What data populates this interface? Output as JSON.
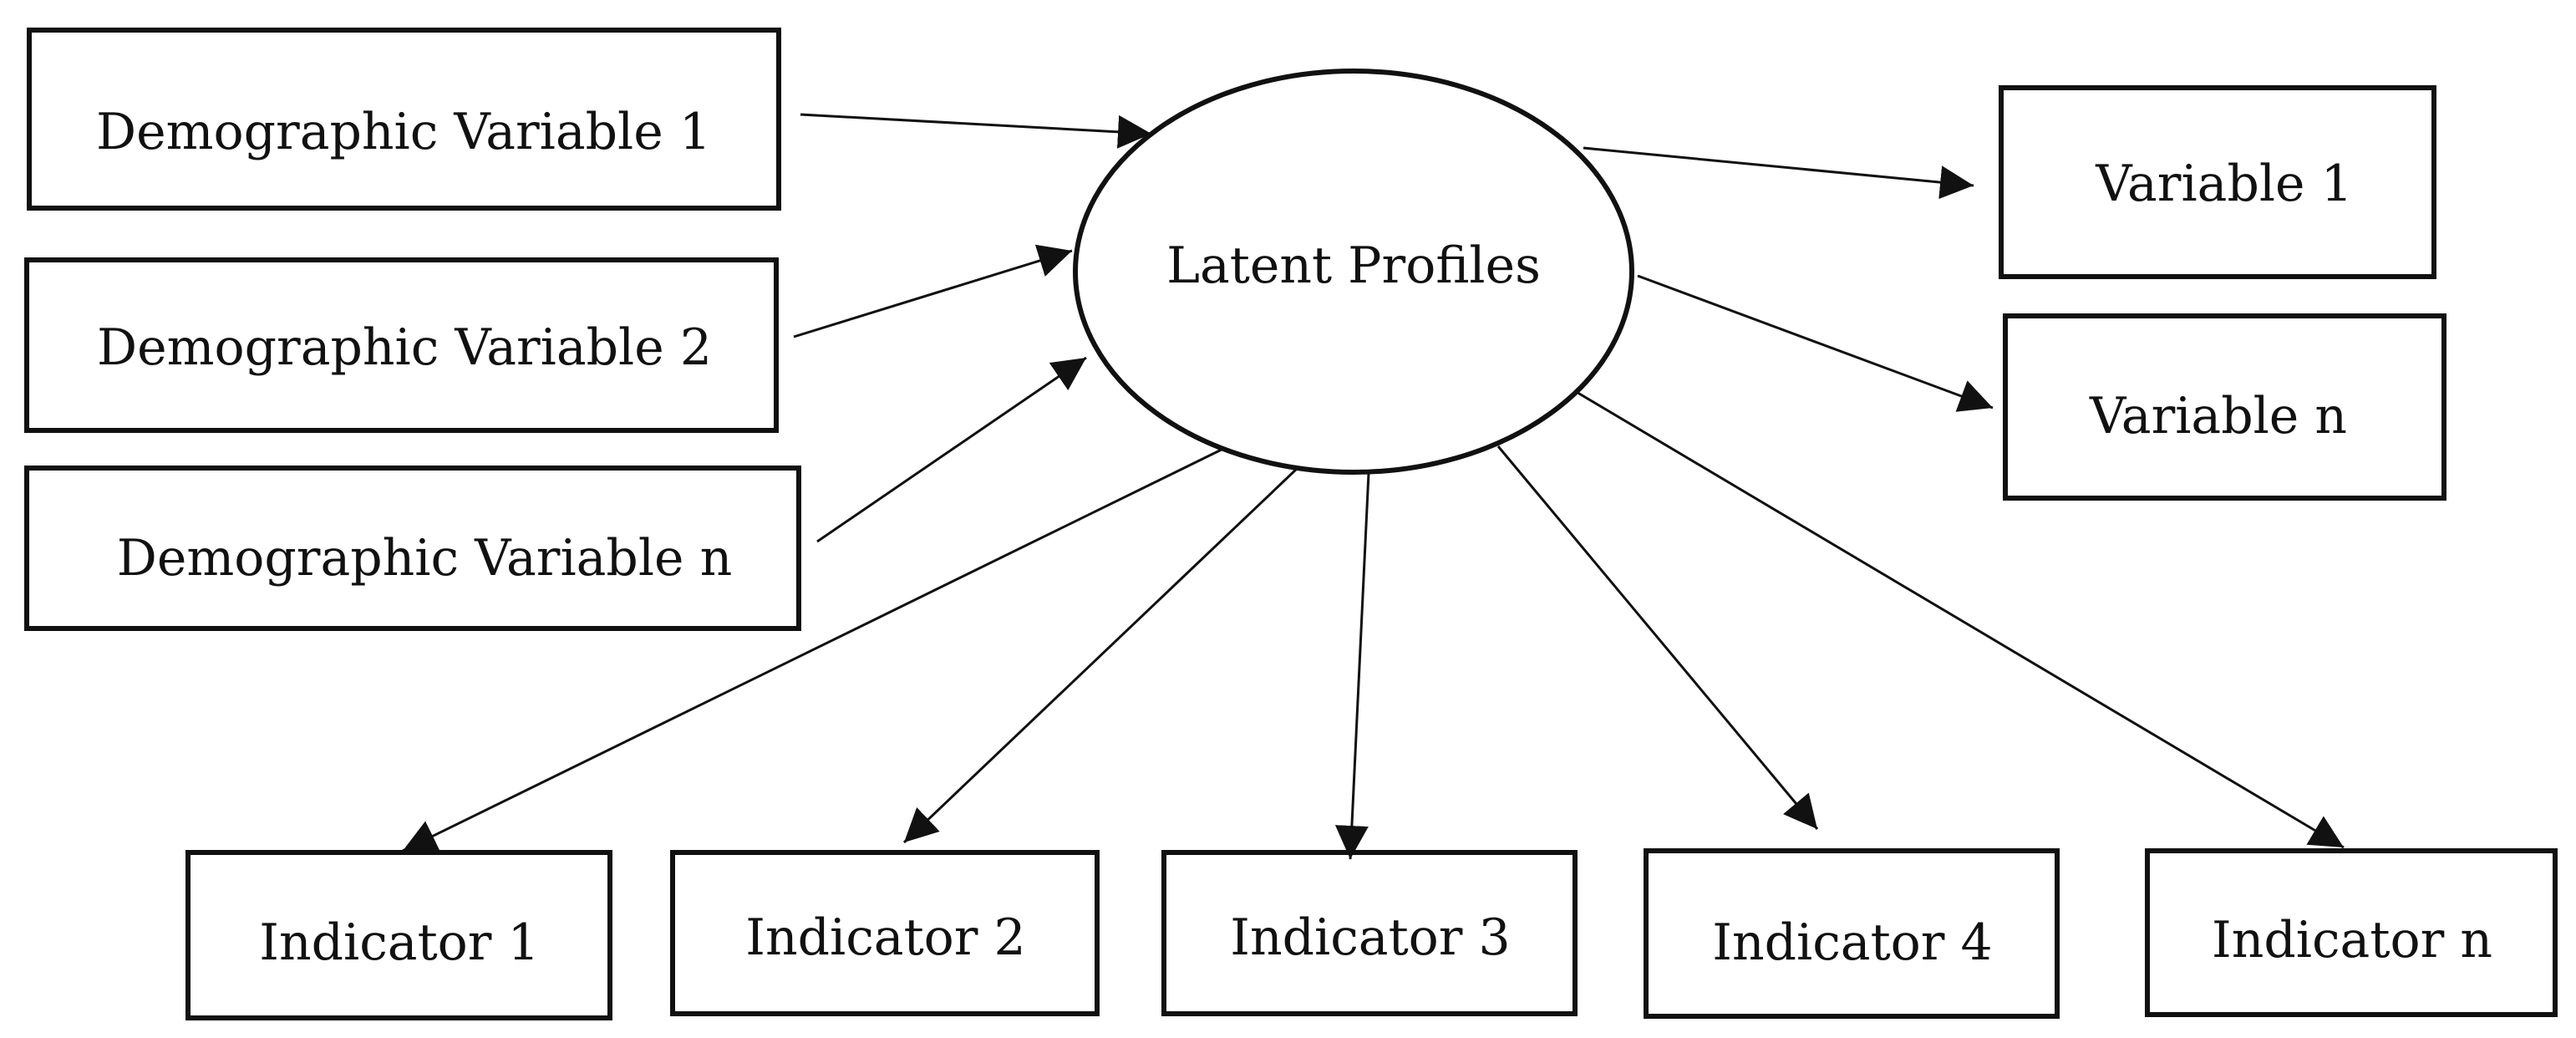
{
  "diagram": {
    "center": {
      "label": "Latent Profiles"
    },
    "demographics": [
      {
        "label": "Demographic Variable 1"
      },
      {
        "label": "Demographic Variable 2"
      },
      {
        "label": "Demographic Variable n"
      }
    ],
    "outcomes": [
      {
        "label": "Variable 1"
      },
      {
        "label": "Variable n"
      }
    ],
    "indicators": [
      {
        "label": "Indicator 1"
      },
      {
        "label": "Indicator 2"
      },
      {
        "label": "Indicator 3"
      },
      {
        "label": "Indicator 4"
      },
      {
        "label": "Indicator n"
      }
    ],
    "colors": {
      "stroke": "#111111",
      "background": "#ffffff"
    }
  }
}
